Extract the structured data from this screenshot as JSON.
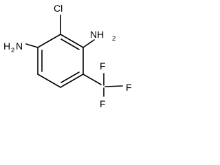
{
  "molecule": {
    "colors": {
      "bond": "#000000",
      "text": "#000000",
      "background": "#ffffff"
    },
    "labels": {
      "chlorine": "Cl",
      "amine_top": "NH",
      "amine_top_sub": "2",
      "amine_left": "H",
      "amine_left_sub": "2",
      "amine_left_n": "N",
      "fluorine_top": "F",
      "fluorine_right": "F",
      "fluorine_bottom": "F"
    }
  }
}
